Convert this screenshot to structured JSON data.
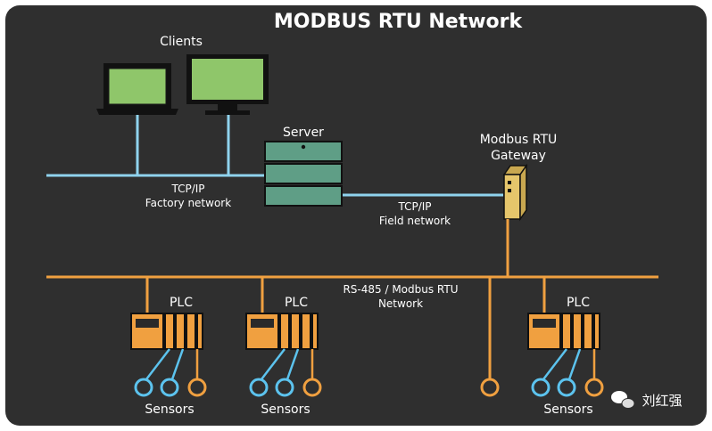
{
  "title": "MODBUS RTU Network",
  "labels": {
    "clients": "Clients",
    "server": "Server",
    "gateway_line1": "Modbus RTU",
    "gateway_line2": "Gateway",
    "tcp_factory_line1": "TCP/IP",
    "tcp_factory_line2": "Factory network",
    "tcp_field_line1": "TCP/IP",
    "tcp_field_line2": "Field network",
    "rs485_line1": "RS-485 / Modbus RTU",
    "rs485_line2": "Network",
    "plc1": "PLC",
    "plc2": "PLC",
    "plc3": "PLC",
    "sensors1": "Sensors",
    "sensors2": "Sensors",
    "sensors3": "Sensors"
  },
  "watermark": "刘红强",
  "colors": {
    "background": "#2f2f2f",
    "frame": "#ffffff",
    "tcp_line": "#8fd3ee",
    "rs485_line": "#f0a040",
    "screen": "#8fc66a",
    "server": "#5f9e86",
    "gateway": "#e6c66b",
    "sensor_blue": "#5cc3ee",
    "sensor_orange": "#f0a040"
  }
}
